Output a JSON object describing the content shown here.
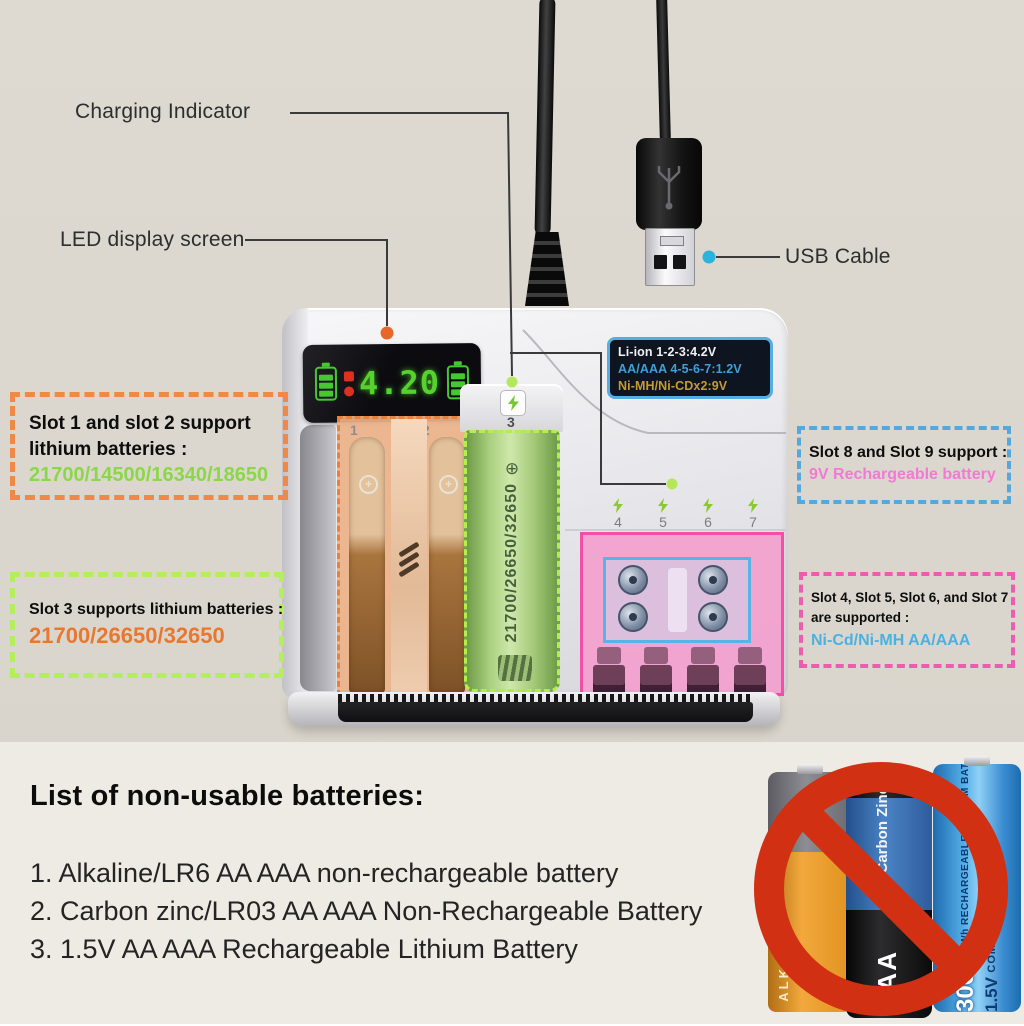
{
  "callouts": {
    "charging_indicator": "Charging Indicator",
    "led_display": "LED display screen",
    "usb_cable": "USB Cable"
  },
  "charger": {
    "led_value": "4.20",
    "lcd": {
      "line1": "Li-ion  1-2-3:4.2V",
      "line2": "AA/AAA  4-5-6-7:1.2V",
      "line3": "Ni-MH/Ni-CDx2:9V"
    },
    "slots": {
      "s1": "1",
      "s2": "2",
      "s3": "3",
      "s4": "4",
      "s5": "5",
      "s6": "6",
      "s7": "7"
    },
    "slot3_battery_label": "21700/26650/32650"
  },
  "boxes": {
    "slot12": {
      "line1": "Slot 1 and slot 2 support",
      "line2": "lithium batteries :",
      "models": "21700/14500/16340/18650",
      "border_color": "#f08848",
      "models_color": "#8cd64a"
    },
    "slot3": {
      "line1": "Slot 3 supports lithium batteries :",
      "models": "21700/26650/32650",
      "border_color": "#b4ee5c",
      "models_color": "#e87830"
    },
    "slot89": {
      "line1": "Slot 8 and Slot 9 support :",
      "models": "9V Rechargeable battery",
      "border_color": "#54a8dc",
      "models_color": "#f07ad4"
    },
    "slot4567": {
      "line1": "Slot 4, Slot 5, Slot 6, and Slot 7",
      "line2": "are supported :",
      "models": "Ni-Cd/Ni-MH  AA/AAA",
      "border_color": "#ee5cb0",
      "models_color": "#48b2e4"
    }
  },
  "non_usable": {
    "title": "List of non-usable batteries:",
    "items": [
      "1. Alkaline/LR6 AA AAA non-rechargeable battery",
      "2. Carbon zinc/LR03 AA AAA Non-Rechargeable Battery",
      "3. 1.5V AA AAA Rechargeable Lithium Battery"
    ]
  },
  "batteries": {
    "alkaline_label": "ALKALINE",
    "alkaline_plus": "+",
    "carbon_brand": "Carbon Zinc",
    "carbon_size": "AA",
    "lithium_capacity": "3000",
    "lithium_desc": "mWh RECHARGEABLE LITHIUM BATTERY",
    "lithium_voltage": "1.5V",
    "lithium_marks": "COMPLIANT CE FC"
  },
  "colors": {
    "prohibition_red": "#d23012",
    "dot_orange": "#e8662a",
    "dot_green": "#b4e85a",
    "dot_blue": "#2ab4dc",
    "lcd_border": "#55aee2",
    "led_green": "#55d22d"
  }
}
